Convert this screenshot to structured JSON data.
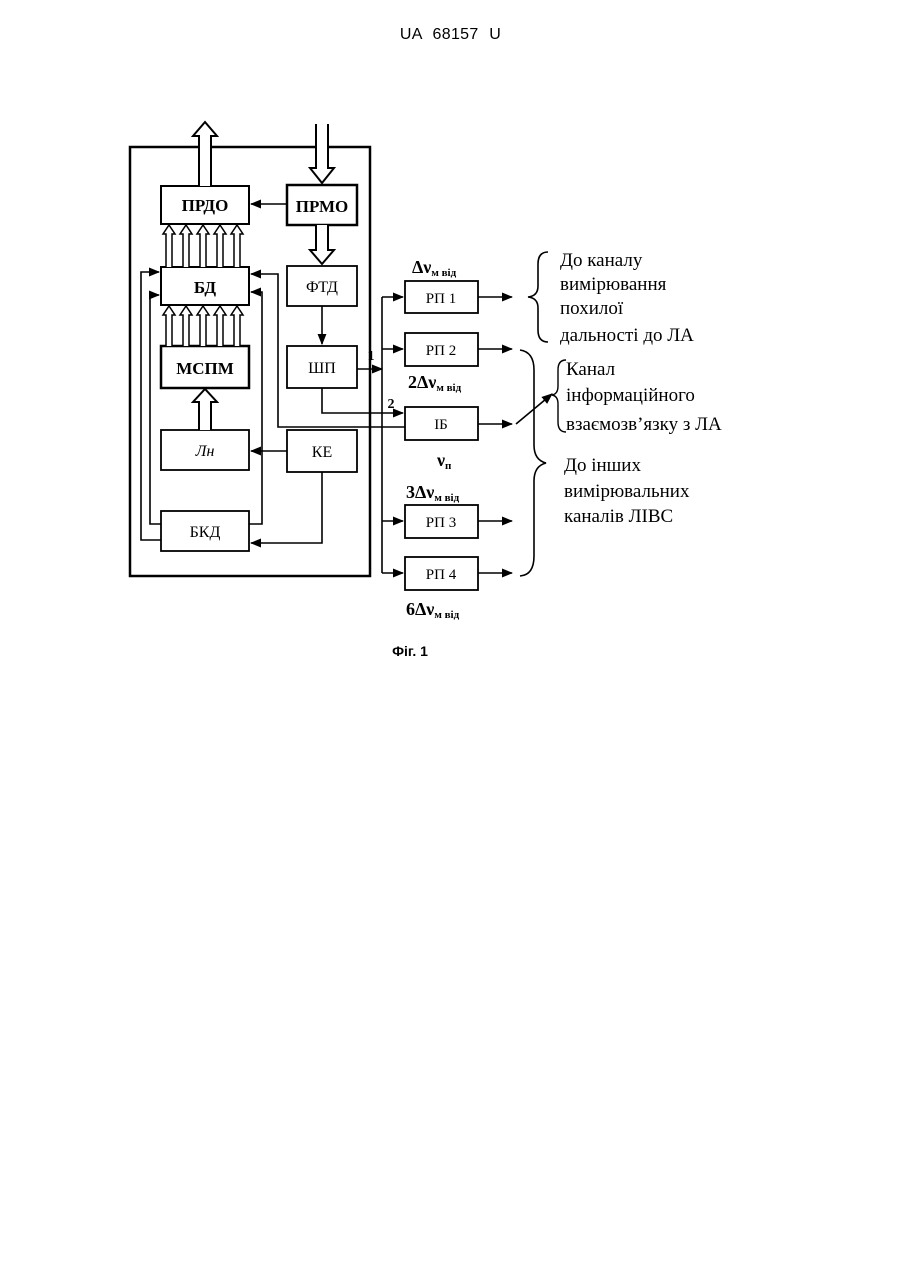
{
  "page": {
    "header": "UA 68157 U",
    "caption": "Фіг. 1"
  },
  "diagram": {
    "blocks": {
      "prdo": "ПРДО",
      "prmo": "ПРМО",
      "bd": "БД",
      "ftd": "ФТД",
      "mspm": "МСПМ",
      "shp": "ШП",
      "ln": "Лн",
      "ke": "КЕ",
      "bkd": "БКД",
      "ib": "ІБ",
      "rp1": "РП 1",
      "rp2": "РП 2",
      "rp3": "РП 3",
      "rp4": "РП 4"
    },
    "freq_labels": {
      "rp1_main": "Δν",
      "rp1_sub": "м від",
      "rp2_main": "2Δν",
      "rp2_sub": "м від",
      "ib_main": "ν",
      "ib_sub": "п",
      "rp3_main": "3Δν",
      "rp3_sub": "м від",
      "rp4_main": "6Δν",
      "rp4_sub": "м від"
    },
    "line_markers": {
      "output_1": "1",
      "output_2": "2"
    },
    "notes": {
      "range_channel": [
        "До каналу",
        "вимірювання",
        "похилої",
        "дальності до ЛА"
      ],
      "info_channel": [
        "Канал",
        "інформаційного",
        "взаємозв’язку з ЛА"
      ],
      "other_channels": [
        "До інших",
        "вимірювальних",
        "каналів ЛІВС"
      ]
    }
  }
}
